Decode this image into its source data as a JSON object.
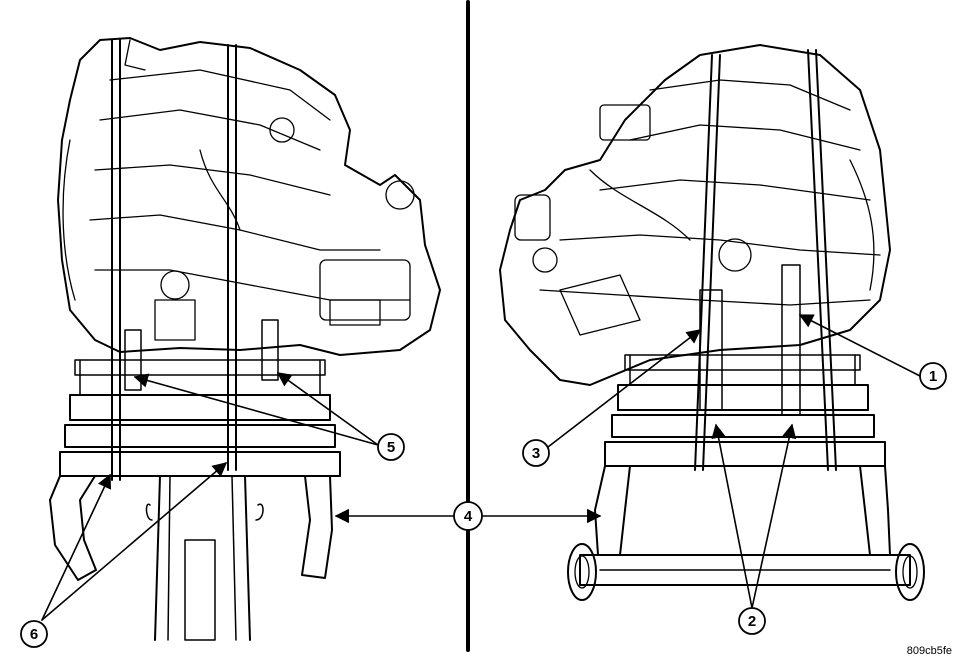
{
  "figure": {
    "code": "809cb5fe",
    "callouts": [
      {
        "id": "c1",
        "label": "1"
      },
      {
        "id": "c2",
        "label": "2"
      },
      {
        "id": "c3",
        "label": "3"
      },
      {
        "id": "c4",
        "label": "4"
      },
      {
        "id": "c5",
        "label": "5"
      },
      {
        "id": "c6",
        "label": "6"
      }
    ]
  },
  "colors": {
    "ink": "#000000",
    "paper": "#ffffff"
  }
}
